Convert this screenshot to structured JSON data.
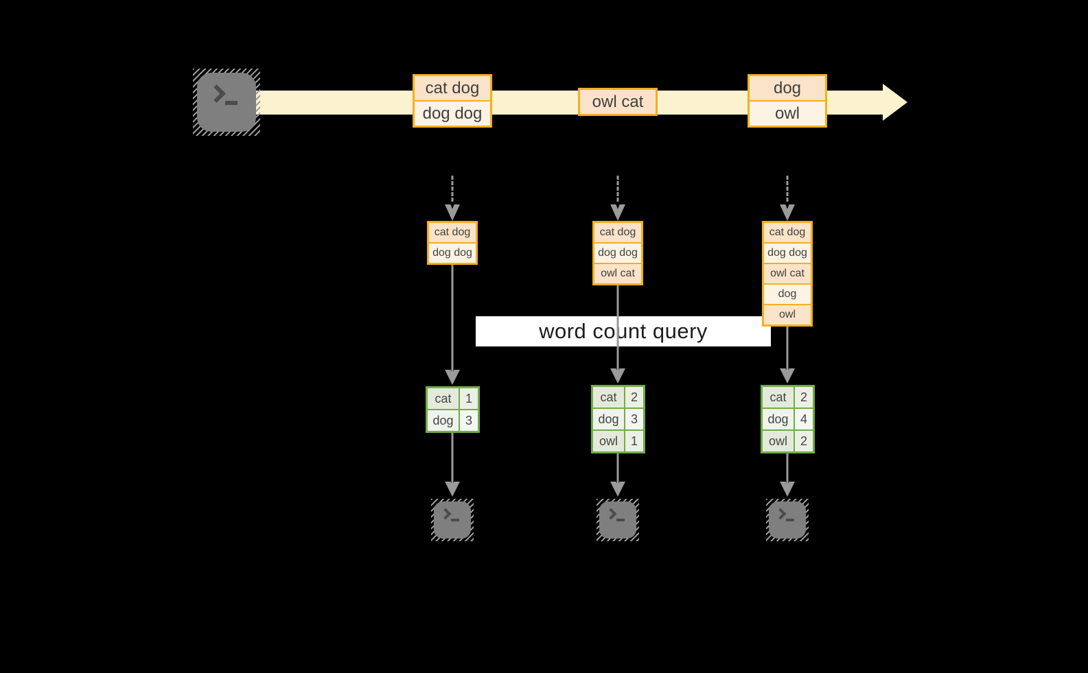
{
  "banner": {
    "label": "word count query"
  },
  "stream": {
    "events": [
      {
        "lines": [
          "cat dog",
          "dog dog"
        ]
      },
      {
        "lines": [
          "owl cat"
        ]
      },
      {
        "lines": [
          "dog",
          "owl"
        ]
      }
    ]
  },
  "columns": [
    {
      "buffer": [
        "cat dog",
        "dog dog"
      ],
      "counts": [
        {
          "word": "cat",
          "count": "1"
        },
        {
          "word": "dog",
          "count": "3"
        }
      ]
    },
    {
      "buffer": [
        "cat dog",
        "dog dog",
        "owl cat"
      ],
      "counts": [
        {
          "word": "cat",
          "count": "2"
        },
        {
          "word": "dog",
          "count": "3"
        },
        {
          "word": "owl",
          "count": "1"
        }
      ]
    },
    {
      "buffer": [
        "cat dog",
        "dog dog",
        "owl cat",
        "dog",
        "owl"
      ],
      "counts": [
        {
          "word": "cat",
          "count": "2"
        },
        {
          "word": "dog",
          "count": "4"
        },
        {
          "word": "owl",
          "count": "2"
        }
      ]
    }
  ],
  "icons": {
    "terminal_prompt": "❯_ chevron-and-underscore (CSS shapes)",
    "stream_arrow": "right-pointing cream arrow",
    "flow_arrow": "gray down arrow"
  },
  "colors": {
    "background": "#000000",
    "stream_band": "#FBF2D0",
    "event_border": "#F2B01E",
    "event_fill_dark": "#FAE3C9",
    "event_fill_light": "#FDF3E4",
    "table_border": "#70AD47",
    "table_fill_dark": "#E3EADB",
    "table_fill_light": "#EFF3EB",
    "arrow_gray": "#9A9A9A",
    "terminal_gray": "#7F7F7F",
    "banner_bg": "#FFFFFF"
  }
}
